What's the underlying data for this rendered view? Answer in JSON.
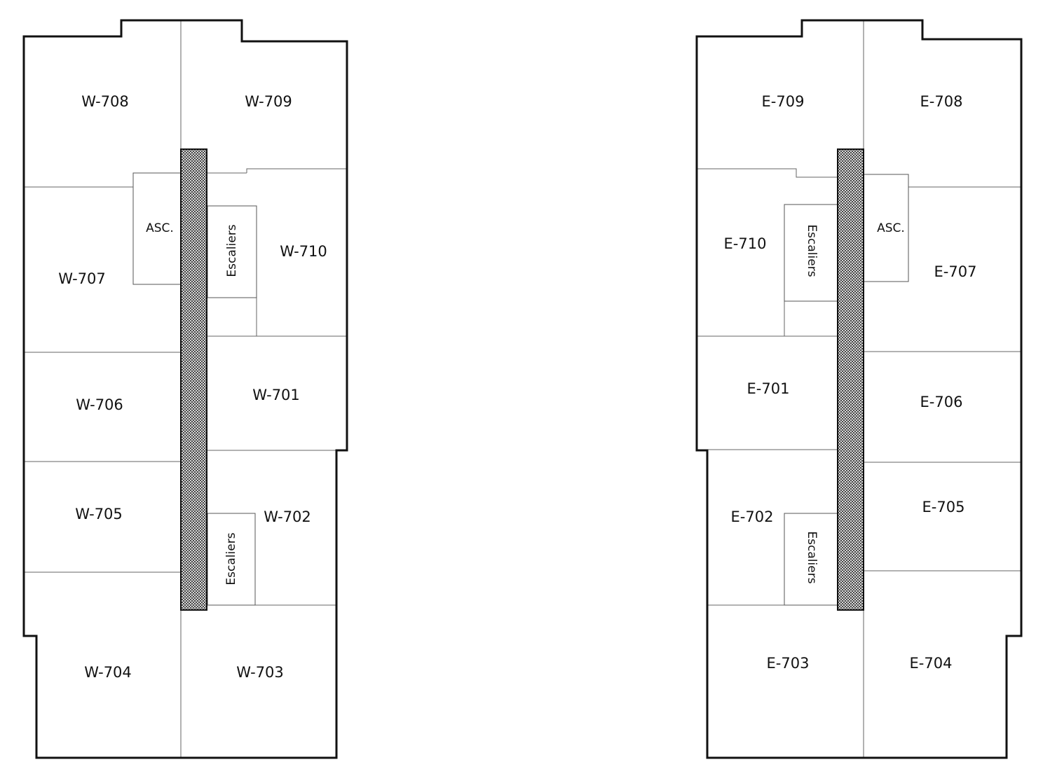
{
  "west": {
    "rooms": {
      "r708": "W-708",
      "r709": "W-709",
      "r707": "W-707",
      "r710": "W-710",
      "r706": "W-706",
      "r701": "W-701",
      "r705": "W-705",
      "r702": "W-702",
      "r704": "W-704",
      "r703": "W-703"
    },
    "elevator": "ASC.",
    "stairs_upper": "Escaliers",
    "stairs_lower": "Escaliers"
  },
  "east": {
    "rooms": {
      "r709": "E-709",
      "r708": "E-708",
      "r710": "E-710",
      "r707": "E-707",
      "r701": "E-701",
      "r706": "E-706",
      "r702": "E-702",
      "r705": "E-705",
      "r703": "E-703",
      "r704": "E-704"
    },
    "elevator": "ASC.",
    "stairs_upper": "Escaliers",
    "stairs_lower": "Escaliers"
  }
}
